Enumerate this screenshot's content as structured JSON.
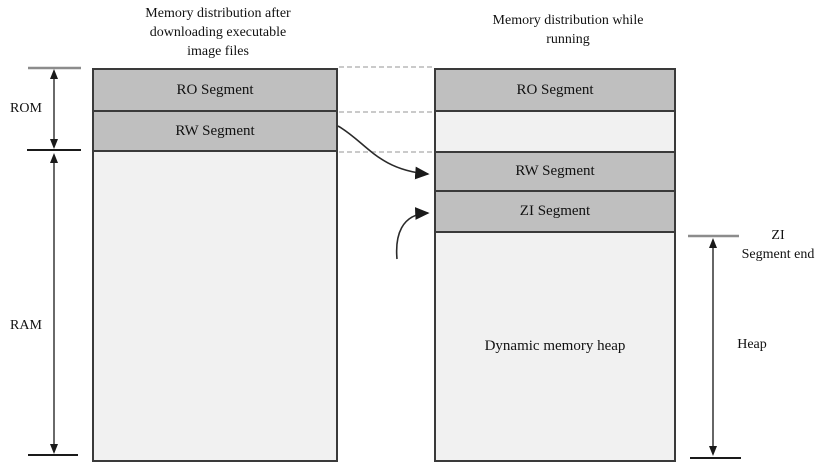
{
  "titles": {
    "left": "Memory distribution after\ndownloading executable\nimage files",
    "right": "Memory distribution while\nrunning"
  },
  "left_column": {
    "description": "Memory map after downloading executable image files",
    "segments": [
      {
        "label": "RO Segment",
        "fill": "gray"
      },
      {
        "label": "RW Segment",
        "fill": "gray"
      },
      {
        "label": "",
        "fill": "light"
      }
    ]
  },
  "right_column": {
    "description": "Memory map while running",
    "segments": [
      {
        "label": "RO Segment",
        "fill": "gray"
      },
      {
        "label": "",
        "fill": "light"
      },
      {
        "label": "RW Segment",
        "fill": "gray"
      },
      {
        "label": "ZI Segment",
        "fill": "gray"
      },
      {
        "label": "Dynamic memory heap",
        "fill": "light"
      }
    ]
  },
  "annotations": {
    "rom": "ROM",
    "ram": "RAM",
    "zi_segment_end": "ZI\nSegment end",
    "heap": "Heap"
  },
  "colors": {
    "segment_gray": "#bfbfbf",
    "segment_light": "#f1f1f1",
    "border": "#3a3a3a",
    "dashed_line": "#b8b8b8",
    "gray_tick": "#8c8c8c",
    "arrow": "#1a1a1a"
  }
}
